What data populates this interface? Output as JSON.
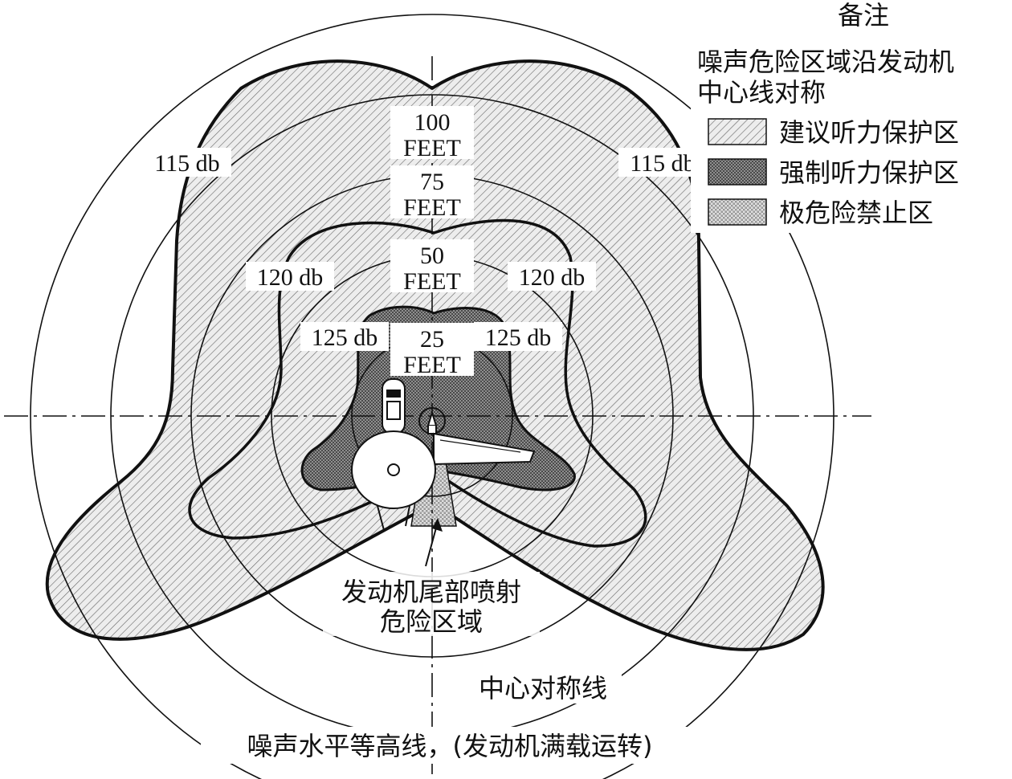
{
  "legend": {
    "title": "备注",
    "note_line1": "噪声危险区域沿发动机",
    "note_line2": "中心线对称",
    "items": [
      {
        "label": "建议听力保护区"
      },
      {
        "label": "强制听力保护区"
      },
      {
        "label": "极危险禁止区"
      }
    ]
  },
  "distances": [
    {
      "line1": "100",
      "line2": "FEET"
    },
    {
      "line1": "75",
      "line2": "FEET"
    },
    {
      "line1": "50",
      "line2": "FEET"
    },
    {
      "line1": "25",
      "line2": "FEET"
    }
  ],
  "db_labels": {
    "db115_left": "115 db",
    "db115_right": "115 db",
    "db120_left": "120 db",
    "db120_right": "120 db",
    "db125_left": "125 db",
    "db125_right": "125 db"
  },
  "annotations": {
    "exhaust_line1": "发动机尾部喷射",
    "exhaust_line2": "危险区域",
    "centerline": "中心对称线",
    "caption": "噪声水平等高线，(发动机满载运转)"
  },
  "colors": {
    "line": "#111111",
    "fill_light": "#d9d9d9",
    "fill_dark": "#8a8a8a",
    "fill_extreme": "#c4c4c4"
  }
}
